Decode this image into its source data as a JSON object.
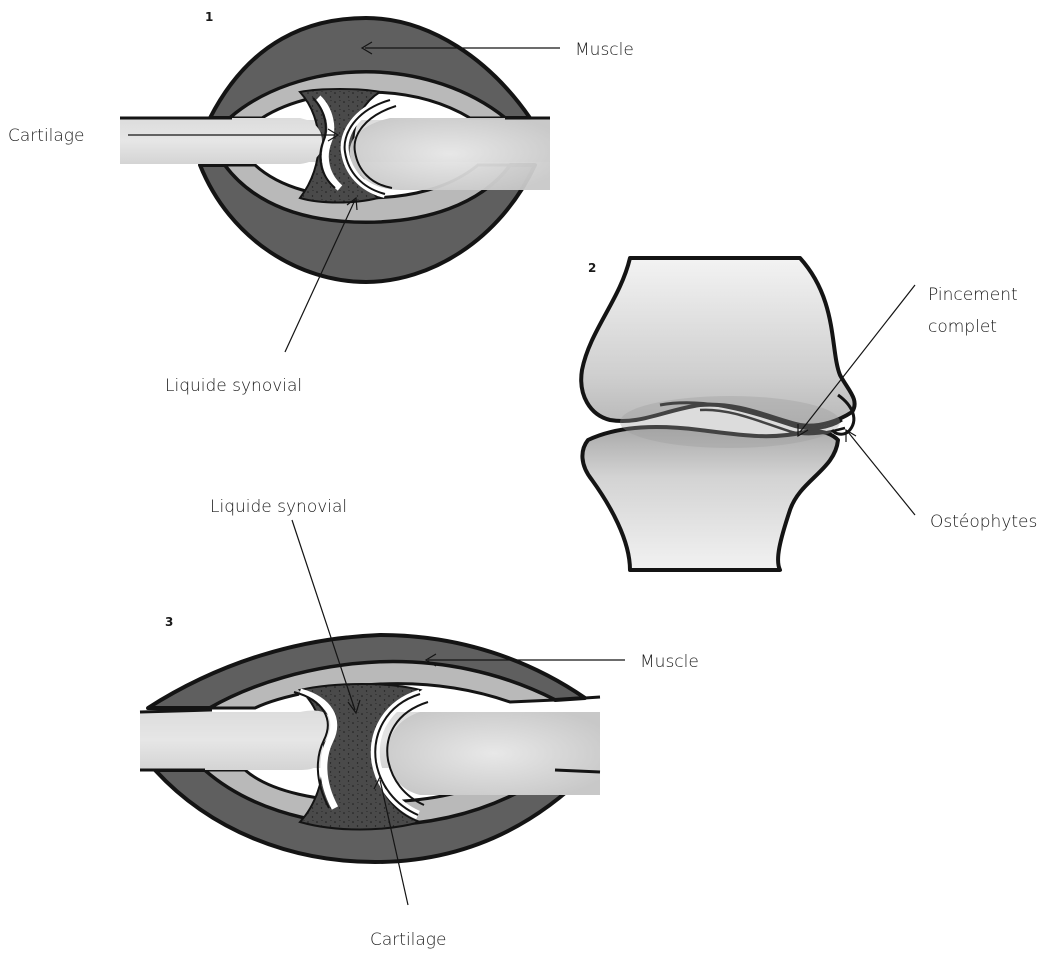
{
  "figures": [
    {
      "number": "1",
      "labels": {
        "muscle": "Muscle",
        "cartilage": "Cartilage",
        "fluid": "Liquide synovial"
      }
    },
    {
      "number": "2",
      "labels": {
        "narrowing_line1": "Pincement",
        "narrowing_line2": "complet",
        "osteophytes": "Ostéophytes"
      }
    },
    {
      "number": "3",
      "labels": {
        "fluid": "Liquide synovial",
        "muscle": "Muscle",
        "cartilage": "Cartilage"
      }
    }
  ],
  "colors": {
    "muscle": "#5f5f5f",
    "bone": "#d9d9d9",
    "membrane": "#b9b9b9",
    "fluid": "#4a4a4a",
    "outline": "#141414"
  }
}
